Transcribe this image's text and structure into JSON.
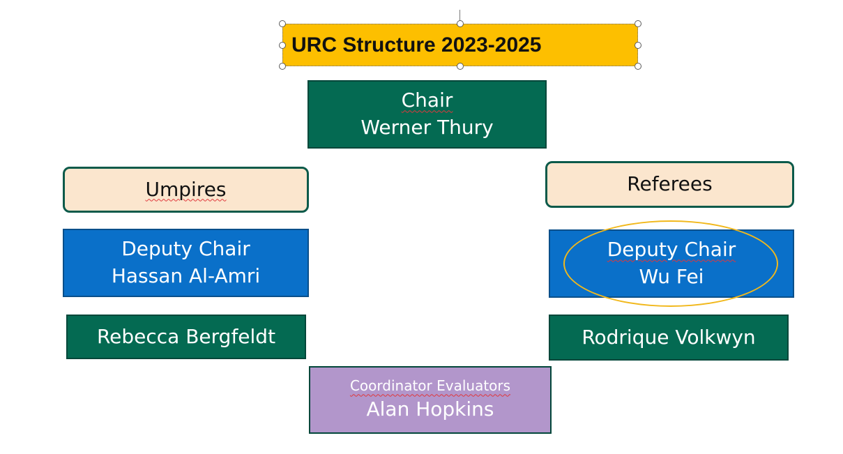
{
  "title": {
    "text": "URC Structure 2023-2025"
  },
  "chair": {
    "role": "Chair",
    "name": "Werner Thury"
  },
  "umpires": {
    "header": "Umpires",
    "deputy": {
      "role": "Deputy Chair",
      "name": "Hassan Al-Amri"
    },
    "member": "Rebecca Bergfeldt"
  },
  "referees": {
    "header": "Referees",
    "deputy": {
      "role": "Deputy Chair",
      "name": "Wu Fei"
    },
    "member": "Rodrique Volkwyn"
  },
  "coordinator": {
    "role": "Coordinator Evaluators",
    "name": "Alan Hopkins"
  },
  "colors": {
    "title_fill": "#fdbf00",
    "dark_green": "#046a52",
    "blue": "#0a70c9",
    "peach": "#fbe6ce",
    "purple": "#b296cb",
    "highlight": "#f1b81c"
  }
}
